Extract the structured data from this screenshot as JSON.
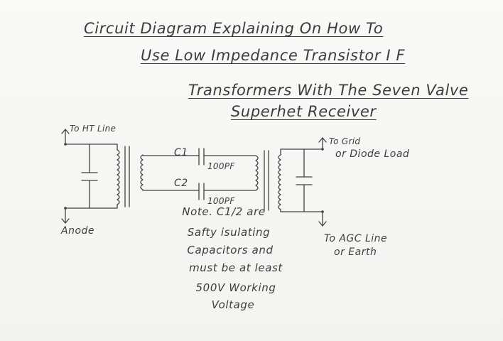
{
  "title": {
    "line1": "Circuit Diagram Explaining On How To",
    "line2": "Use Low Impedance Transistor I F",
    "line3": "Transformers With The Seven Valve",
    "line4": "Superhet Receiver"
  },
  "labels": {
    "ht_line": "To HT Line",
    "anode": "Anode",
    "to_grid_line1": "To Grid",
    "to_grid_line2": "or Diode Load",
    "agc_line1": "To AGC Line",
    "agc_line2": "or Earth",
    "c1_name": "C1",
    "c1_value": "100PF",
    "c2_name": "C2",
    "c2_value": "100PF"
  },
  "note": {
    "line1": "Note. C1/2 are",
    "line2": "Safty isulating",
    "line3": "Capacitors and",
    "line4": "must be at least",
    "line5": "500V Working",
    "line6": "Voltage"
  }
}
